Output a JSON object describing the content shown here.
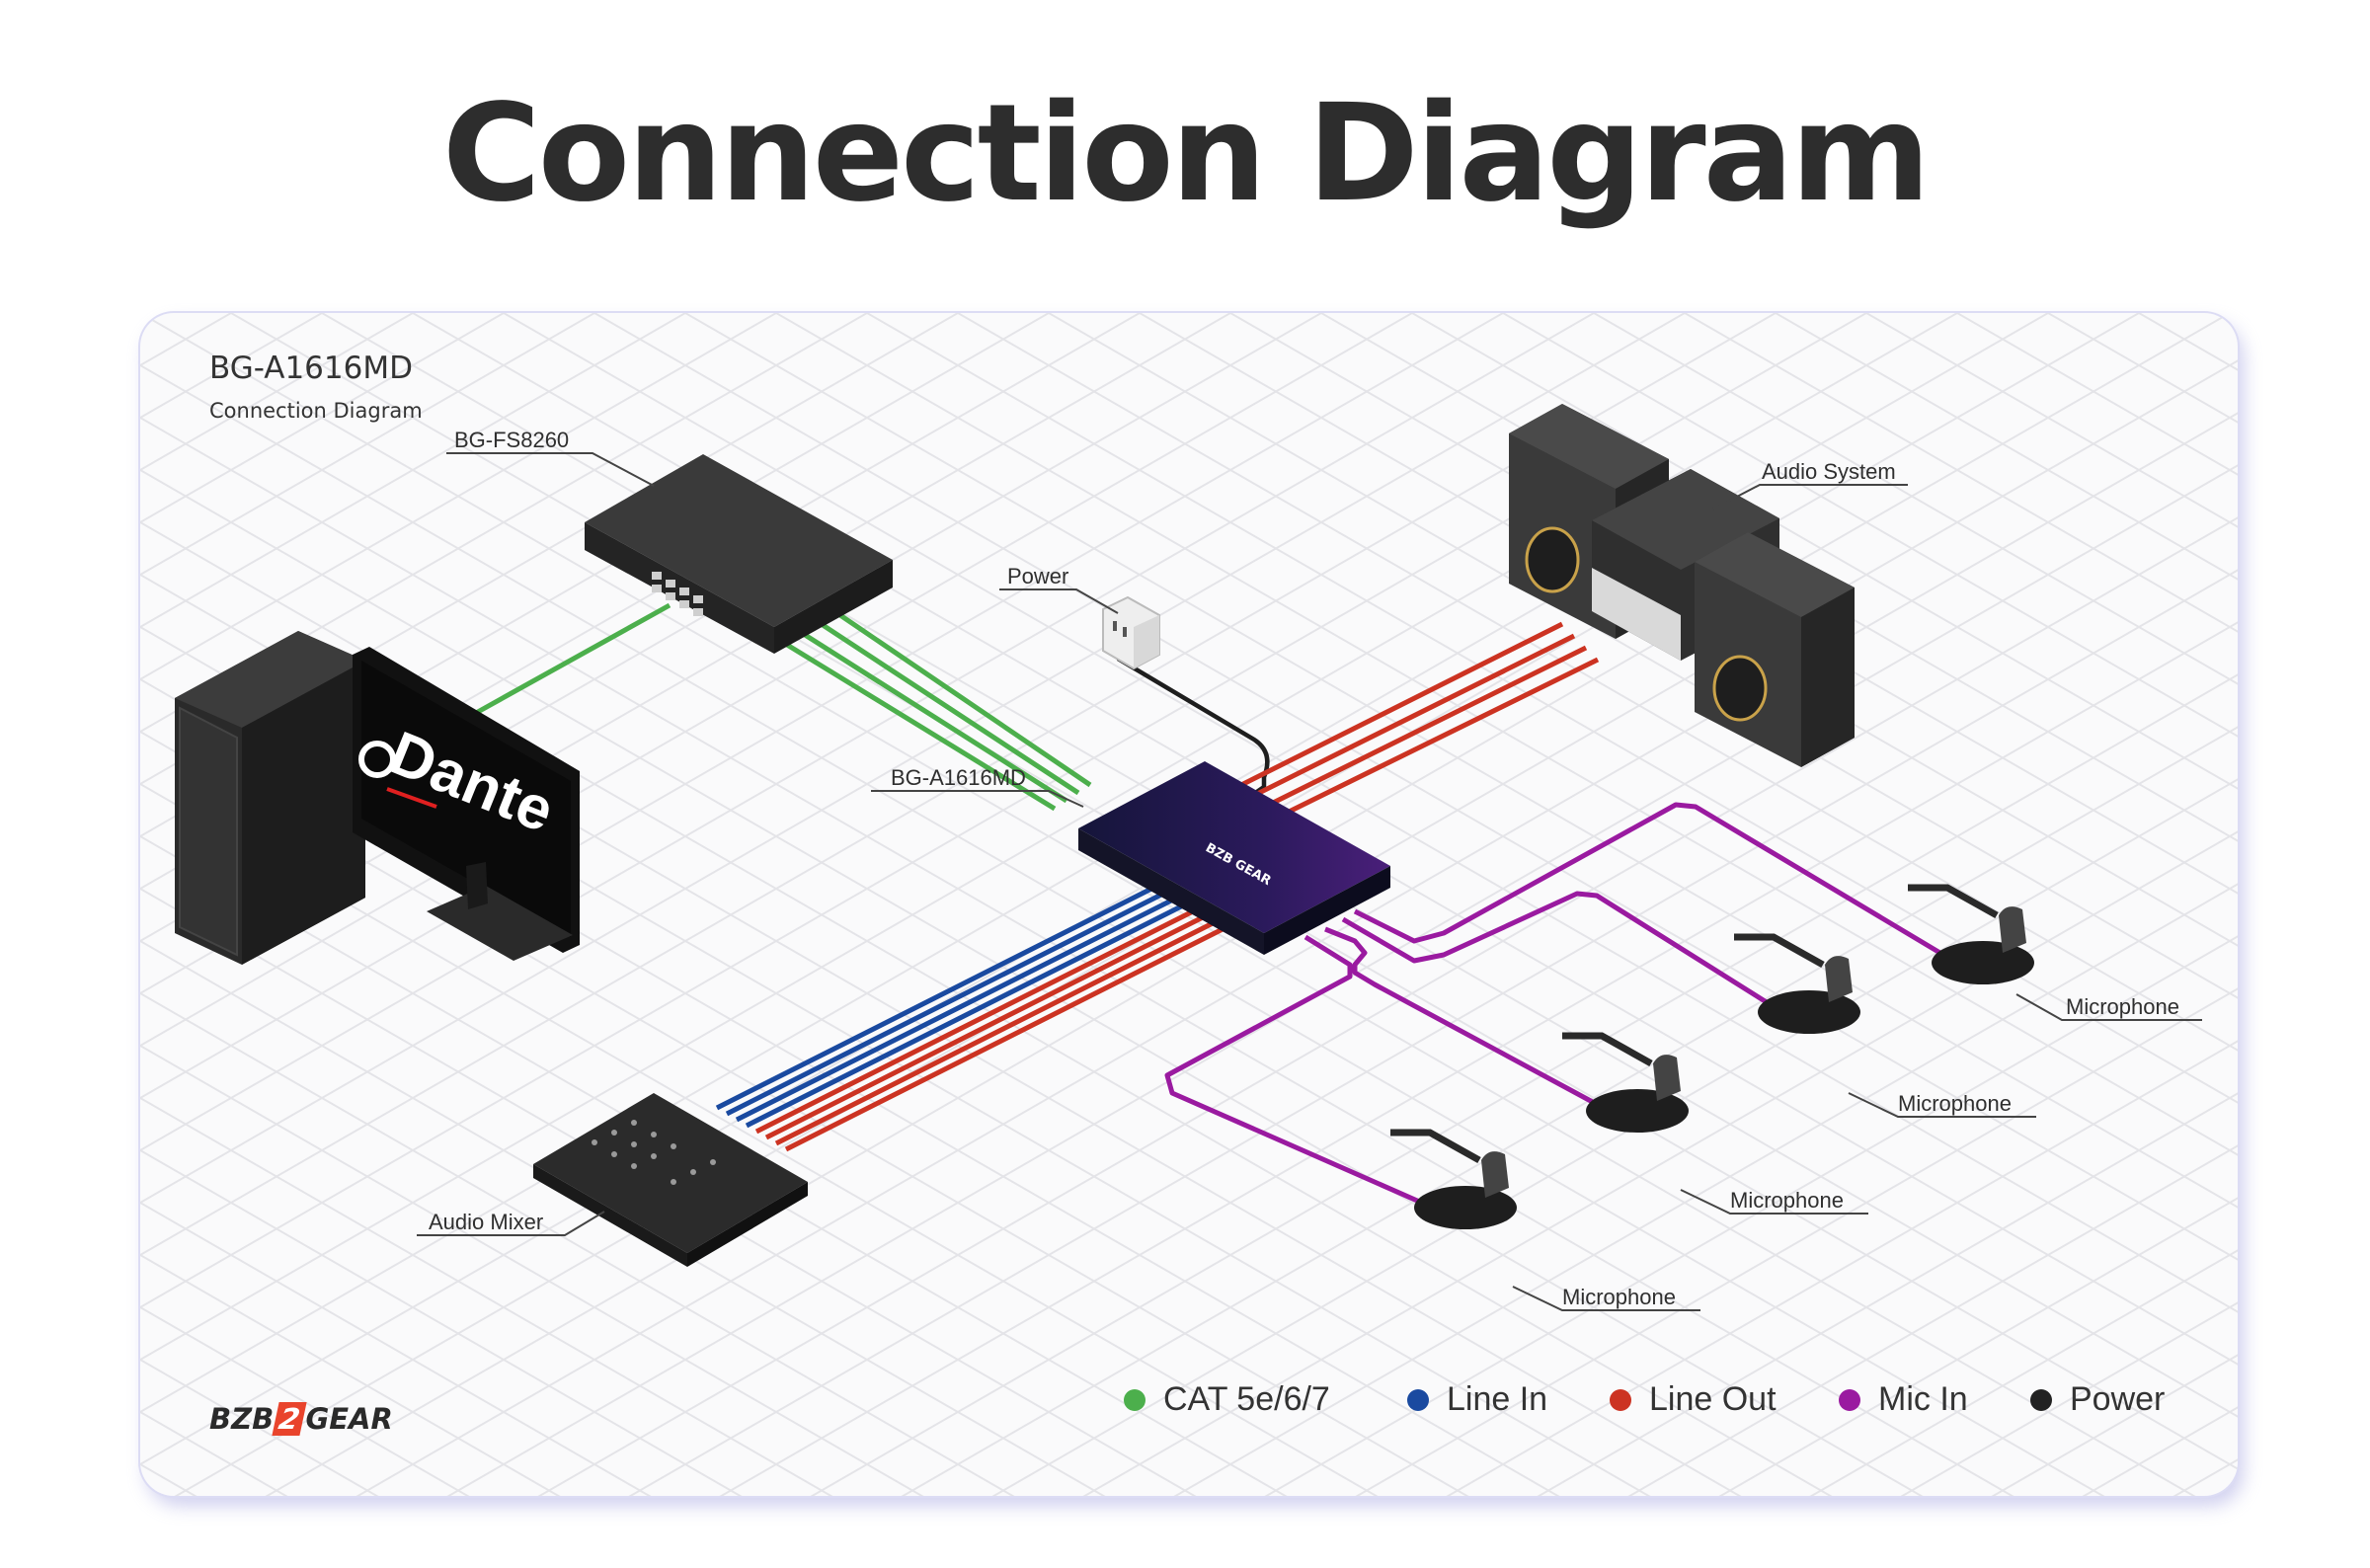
{
  "title": "Connection Diagram",
  "diagram": {
    "model": "BG-A1616MD",
    "subtitle": "Connection Diagram",
    "labels": {
      "switch": "BG-FS8260",
      "power": "Power",
      "audio_system": "Audio System",
      "device": "BG-A1616MD",
      "mixer": "Audio Mixer",
      "mic1": "Microphone",
      "mic2": "Microphone",
      "mic3": "Microphone",
      "mic4": "Microphone"
    },
    "monitor_text": "Dante",
    "device_logo": "BZB GEAR"
  },
  "legend": [
    {
      "label": "CAT 5e/6/7",
      "color": "#4caf4c"
    },
    {
      "label": "Line In",
      "color": "#1a4aa0"
    },
    {
      "label": "Line Out",
      "color": "#cc3322"
    },
    {
      "label": "Mic In",
      "color": "#9a1aa0"
    },
    {
      "label": "Power",
      "color": "#222222"
    }
  ],
  "logo": {
    "left": "BZB",
    "mid": "2",
    "right": "GEAR"
  }
}
